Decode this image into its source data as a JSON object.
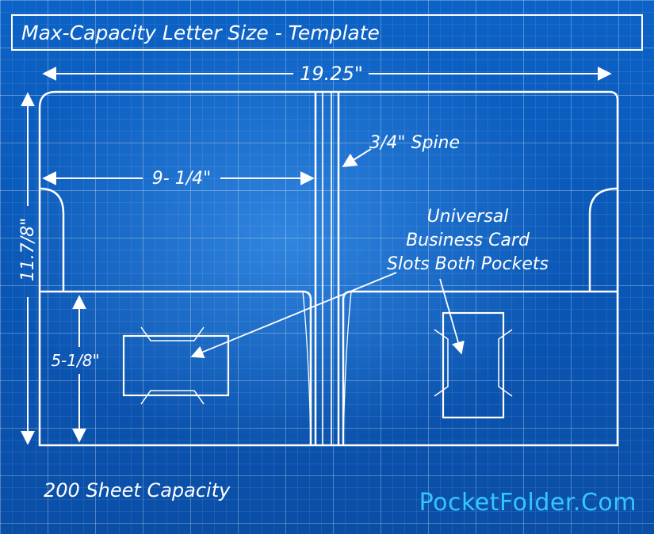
{
  "title": "Max-Capacity Letter Size - Template",
  "dimensions": {
    "total_width": "19.25\"",
    "height": "11.7/8\"",
    "panel_width": "9- 1/4\"",
    "pocket_height": "5-1/8\"",
    "spine": "3/4\" Spine"
  },
  "annotation": {
    "line1": "Universal",
    "line2": "Business Card",
    "line3": "Slots Both Pockets"
  },
  "capacity": "200 Sheet Capacity",
  "brand": "PocketFolder.Com",
  "colors": {
    "background": "#0a55b3",
    "ink": "#ffffff",
    "brand": "#35c5ff"
  }
}
